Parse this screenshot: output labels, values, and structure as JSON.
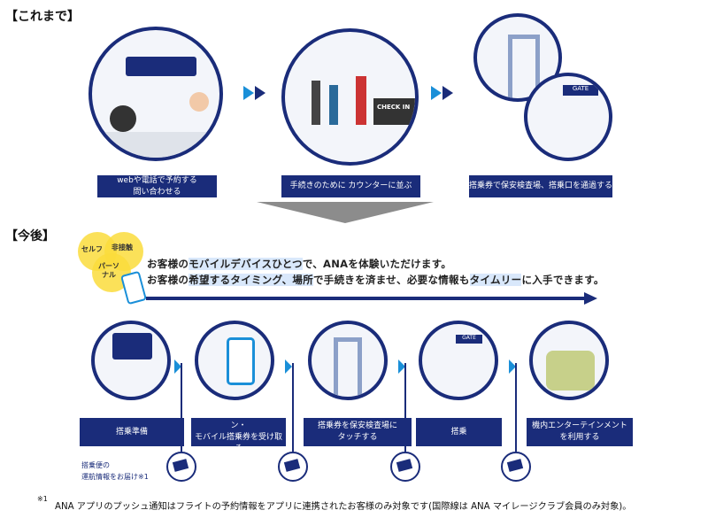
{
  "before": {
    "heading": "【これまで】",
    "steps": [
      {
        "label": "webや電話で予約する\n問い合わせる"
      },
      {
        "label": "手続きのために カウンターに並ぶ"
      },
      {
        "label": "搭乗券で保安検査場、搭乗口を通過する"
      }
    ],
    "check_in_sign": "CHECK IN",
    "gate_sign": "GATE"
  },
  "after": {
    "heading": "【今後】",
    "venn": [
      "セルフ",
      "非接触",
      "パーソ\nナル"
    ],
    "message_line1": [
      "お客様の",
      "モバイルデバイスひとつ",
      "で、ANAを体験いただけます。"
    ],
    "message_line2": [
      "お客様の",
      "希望するタイミング、場所",
      "で手続きを済ませ、必要な情報も",
      "タイムリー",
      "に入手できます。"
    ],
    "steps": [
      {
        "label": "搭乗準備"
      },
      {
        "label": "オンラインチェックイン・\nモバイル搭乗券を受け取る"
      },
      {
        "label": "搭乗券を保安検査場に\nタッチする"
      },
      {
        "label": "搭乗"
      },
      {
        "label": "機内エンターテインメント\nを利用する"
      }
    ],
    "notification_note": "搭乗便の\n運航情報をお届け※1",
    "gate_sign": "GATE"
  },
  "footnote": {
    "mark": "※1",
    "text": "ANA アプリのプッシュ通知はフライトの予約情報をアプリに連携されたお客様のみ対象です(国際線は ANA マイレージクラブ会員のみ対象)。"
  },
  "colors": {
    "navy": "#1a2c7a",
    "gray_arrow": "#8c8c8c",
    "highlight": "#d9e8fb",
    "venn": "#fadc3c"
  }
}
